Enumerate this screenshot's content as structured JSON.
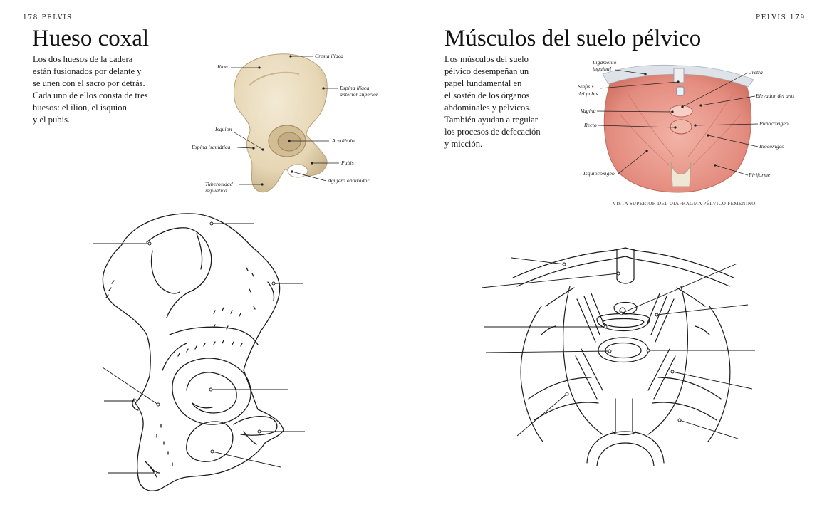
{
  "left_page": {
    "running_head": "178 PELVIS",
    "title": "Hueso coxal",
    "body_lines": [
      "Los dos huesos de la cadera",
      "están fusionados por delante y",
      "se unen con el sacro por detrás.",
      "Cada uno de ellos consta de tres",
      "huesos: el ilion, el isquion",
      "y el pubis."
    ],
    "labels": {
      "ilion": "Ilion",
      "cresta_iliaca": "Cresta ilíaca",
      "espina_iliaca_1": "Espina ilíaca",
      "espina_iliaca_2": "anterior superior",
      "isquion": "Isquion",
      "acetabulo": "Acetábulo",
      "espina_isquiatica": "Espina isquiática",
      "pubis": "Pubis",
      "agujero_obturador": "Agujero obturador",
      "tuberosidad_1": "Tuberosidad",
      "tuberosidad_2": "isquiática"
    }
  },
  "right_page": {
    "running_head": "PELVIS 179",
    "title": "Músculos del suelo pélvico",
    "body_lines": [
      "Los músculos del suelo",
      "pélvico desempeñan un",
      "papel fundamental en",
      "el sostén de los órganos",
      "abdominales y pélvicos.",
      "También ayudan a regular",
      "los procesos de defecación",
      "y micción."
    ],
    "labels": {
      "ligamento_1": "Ligamento",
      "ligamento_2": "inguinal",
      "uretra": "Uretra",
      "sinfisis_1": "Sínfisis",
      "sinfisis_2": "del pubis",
      "elevador": "Elevador del ano",
      "vagina": "Vagina",
      "recto": "Recto",
      "pubocoxigeo": "Pubocoxígeo",
      "iliocoxigeo": "Iliocoxígeo",
      "isquiocoxigeo": "Isquiocoxígeo",
      "piriforme": "Piriforme"
    },
    "caption": "VISTA SUPERIOR DEL DIAFRAGMA PÉLVICO FEMENINO"
  },
  "colors": {
    "bone": "#e9dcc0",
    "bone_shadow": "#c9b48e",
    "muscle": "#e7998c",
    "muscle_light": "#f3c2b6",
    "ligament": "#dfe4e8",
    "ink": "#1a1a1a"
  }
}
